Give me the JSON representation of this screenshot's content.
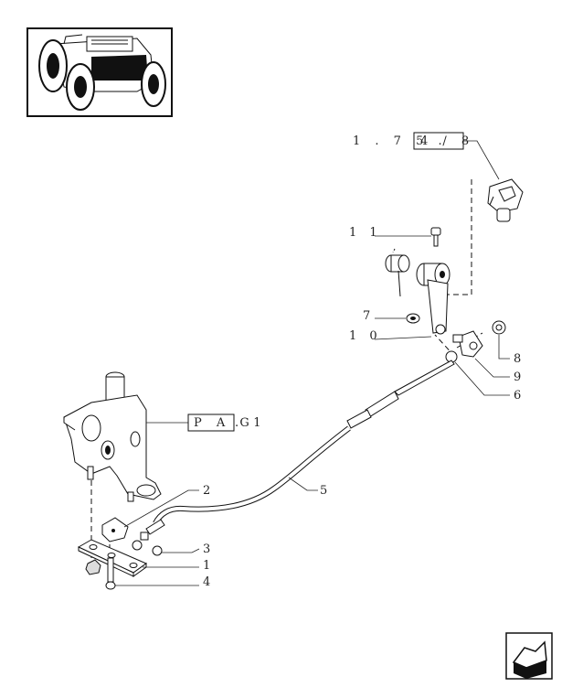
{
  "labels": {
    "ref_top_prefix": "1 . 7 5 .",
    "ref_top_box": "4 / 8",
    "ref_pag_box": "P A G",
    "ref_pag_suffix": ". 1",
    "p11": "1 1",
    "p7": "7",
    "p10": "1 0",
    "p8": "8",
    "p9": "9",
    "p6": "6",
    "p5": "5",
    "p2": "2",
    "p3": "3",
    "p1": "1",
    "p4": "4"
  },
  "colors": {
    "line": "#111111",
    "background": "#ffffff"
  },
  "icons": {
    "thumbnail": "tractor-thumbnail-icon",
    "nav": "next-page-arrow-icon"
  }
}
